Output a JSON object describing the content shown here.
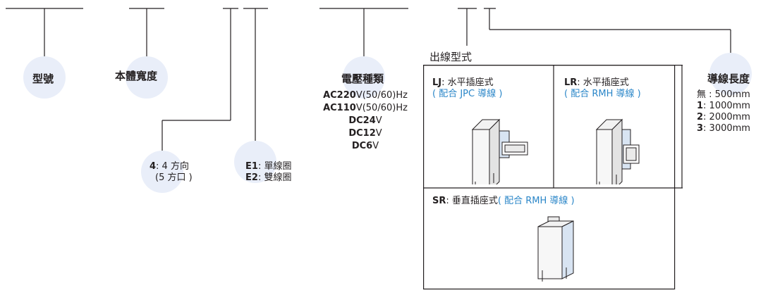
{
  "bubbles": {
    "model": "型號",
    "body_width": "本體寬度",
    "voltage": "電壓種類",
    "wire_length": "導線長度"
  },
  "directions": {
    "code": "4",
    "text": ": 4 方向",
    "sub": "(5 方口 )"
  },
  "coil": {
    "e1_code": "E1",
    "e1_text": ": 單線圈",
    "e2_code": "E2",
    "e2_text": ": 雙線圈"
  },
  "voltages": [
    {
      "code": "AC220",
      "unit": "V(50/60)Hz"
    },
    {
      "code": "AC110",
      "unit": "V(50/60)Hz"
    },
    {
      "code": "DC24",
      "unit": "V"
    },
    {
      "code": "DC12",
      "unit": "V"
    },
    {
      "code": "DC6",
      "unit": "V"
    }
  ],
  "outlet": {
    "heading": "出線型式",
    "lj": {
      "code": "LJ",
      "text": ": 水平插座式",
      "note": "( 配合 JPC 導線 )"
    },
    "lr": {
      "code": "LR",
      "text": ": 水平插座式",
      "note": "( 配合 RMH 導線 )"
    },
    "sr": {
      "code": "SR",
      "text": ": 垂直插座式",
      "note": "( 配合 RMH 導線 )"
    }
  },
  "lengths": [
    {
      "code": "無",
      "value": " : 500mm"
    },
    {
      "code": "1",
      "value": ": 1000mm"
    },
    {
      "code": "2",
      "value": ": 2000mm"
    },
    {
      "code": "3",
      "value": ": 3000mm"
    }
  ],
  "colors": {
    "accent": "#2a86c8",
    "bubble": "#e9eef9",
    "line": "#231f20"
  }
}
